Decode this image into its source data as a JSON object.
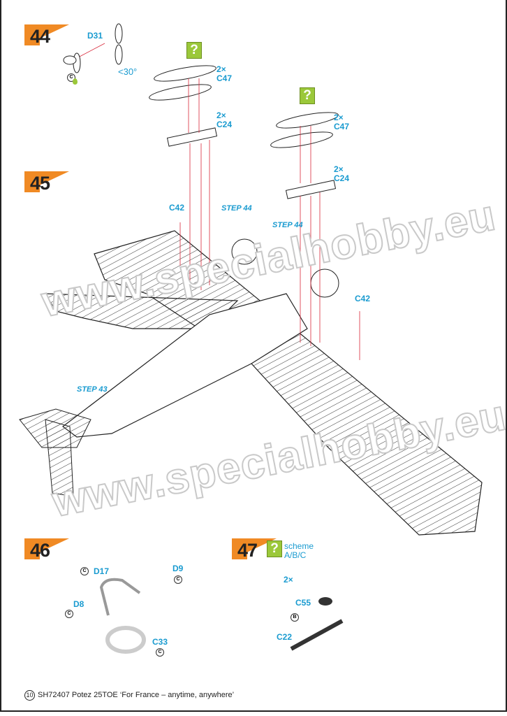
{
  "steps": {
    "s44": {
      "number": "44",
      "part": "D31",
      "angle": "<30°",
      "paint": "C"
    },
    "s45": {
      "number": "45",
      "left_rack": {
        "qty_c47": "2×",
        "c47": "C47",
        "qty_c24": "2×",
        "c24": "C24",
        "question": "?"
      },
      "right_rack": {
        "qty_c47": "2×",
        "c47": "C47",
        "qty_c24": "2×",
        "c24": "C24",
        "question": "?"
      },
      "c42_left": "C42",
      "c42_right": "C42",
      "step44_a": "STEP 44",
      "step44_b": "STEP 44",
      "step43": "STEP 43"
    },
    "s46": {
      "number": "46",
      "d17": "D17",
      "d9": "D9",
      "d8": "D8",
      "c33": "C33",
      "paint": "C"
    },
    "s47": {
      "number": "47",
      "question": "?",
      "scheme_line1": "scheme",
      "scheme_line2": "A/B/C",
      "qty": "2×",
      "c55": "C55",
      "c22": "C22",
      "paint": "B"
    }
  },
  "watermark": "www.specialhobby.eu",
  "footer": {
    "page": "10",
    "text": "SH72407  Potez 25TOE ‘For France – anytime, anywhere’"
  },
  "colors": {
    "accent": "#f08a24",
    "label": "#1a9bd0",
    "question": "#9bc83a",
    "arrow": "#d8283a"
  }
}
